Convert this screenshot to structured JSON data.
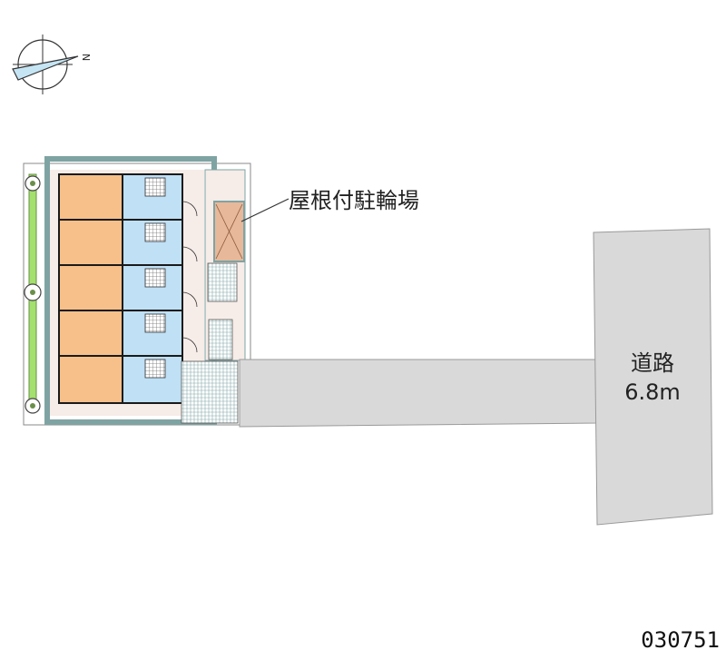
{
  "labels": {
    "bike_parking": "屋根付駐輪場",
    "road_name": "道路",
    "road_width": "6.8m",
    "property_code": "030751",
    "compass_letter": "N"
  },
  "icons": {
    "compass": "compass-rose-icon",
    "tree": "tree-icon",
    "door_arc": "door-arc-icon"
  },
  "colors": {
    "room": "#f7c08a",
    "wet_area": "#bfe0f5",
    "walkway": "#f6ece8",
    "outline": "#7fa3a3",
    "wall": "#1a1a1a",
    "road": "#d9d9d9",
    "hedge": "#a4e06d",
    "bike_parking": "#e8b89a"
  }
}
